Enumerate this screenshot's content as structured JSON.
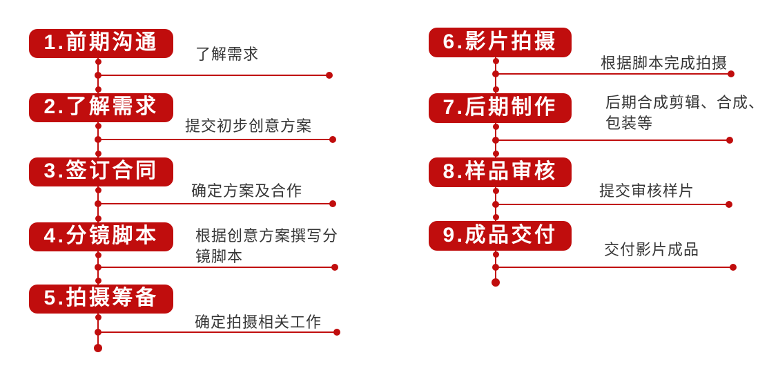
{
  "colors": {
    "accent_red": "#C00D0D",
    "description_text": "#363636",
    "badge_text": "#FFFFFF",
    "background": "#FFFFFF"
  },
  "columns": [
    {
      "steps": [
        {
          "label": "1.前期沟通",
          "description": "了解需求"
        },
        {
          "label": "2.了解需求",
          "description": "提交初步创意方案"
        },
        {
          "label": "3.签订合同",
          "description": "确定方案及合作"
        },
        {
          "label": "4.分镜脚本",
          "description": "根据创意方案撰写分镜脚本"
        },
        {
          "label": "5.拍摄筹备",
          "description": "确定拍摄相关工作"
        }
      ]
    },
    {
      "steps": [
        {
          "label": "6.影片拍摄",
          "description": "根据脚本完成拍摄"
        },
        {
          "label": "7.后期制作",
          "description": "后期合成剪辑、合成、包装等"
        },
        {
          "label": "8.样品审核",
          "description": "提交审核样片"
        },
        {
          "label": "9.成品交付",
          "description": "交付影片成品"
        }
      ]
    }
  ]
}
